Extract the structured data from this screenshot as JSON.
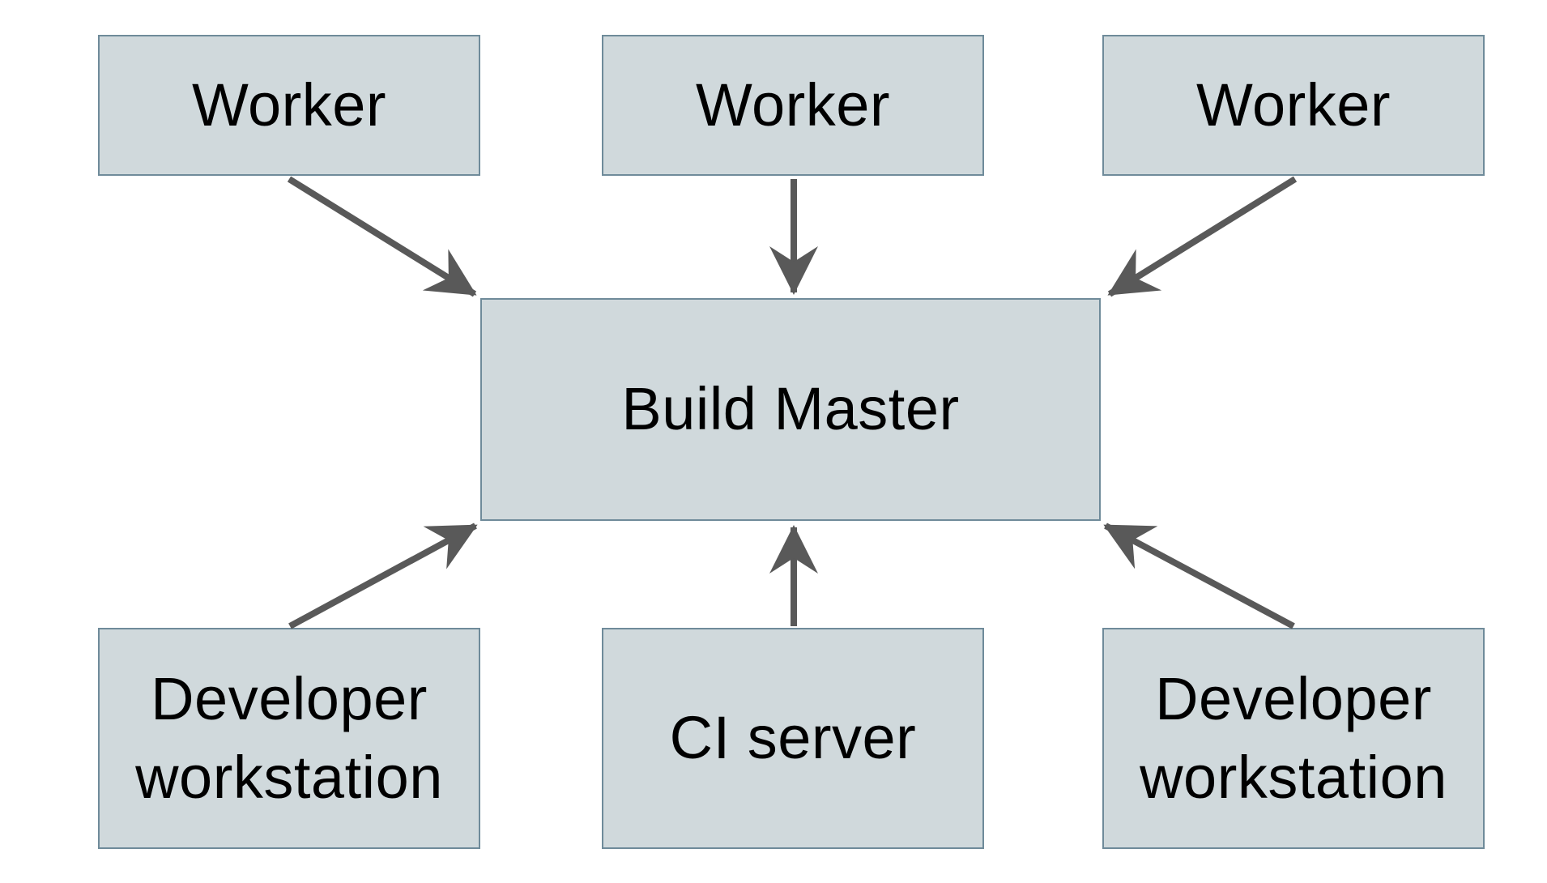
{
  "diagram": {
    "type": "flow-diagram",
    "background_color": "#ffffff",
    "node_fill_color": "#d0d9dc",
    "node_border_color": "#6f8b9a",
    "arrow_color": "#595959",
    "text_color": "#000000",
    "nodes": {
      "worker_1": {
        "label": "Worker"
      },
      "worker_2": {
        "label": "Worker"
      },
      "worker_3": {
        "label": "Worker"
      },
      "build_master": {
        "label": "Build Master"
      },
      "developer_workstation_left": {
        "label": "Developer workstation"
      },
      "ci_server": {
        "label": "CI server"
      },
      "developer_workstation_right": {
        "label": "Developer workstation"
      }
    },
    "edges": [
      {
        "from": "worker_1",
        "to": "build_master"
      },
      {
        "from": "worker_2",
        "to": "build_master"
      },
      {
        "from": "worker_3",
        "to": "build_master"
      },
      {
        "from": "developer_workstation_left",
        "to": "build_master"
      },
      {
        "from": "ci_server",
        "to": "build_master"
      },
      {
        "from": "developer_workstation_right",
        "to": "build_master"
      }
    ]
  }
}
